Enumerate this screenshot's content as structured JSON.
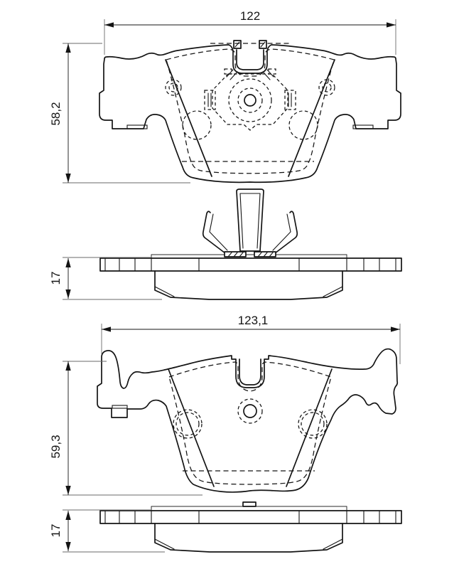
{
  "drawing": {
    "background": "#ffffff",
    "line_color": "#141414",
    "type": "brake-pad-technical-drawing"
  },
  "dimensions": {
    "pad1": {
      "width": "122",
      "height": "58,2",
      "thickness": "17"
    },
    "pad2": {
      "width": "123,1",
      "height": "59,3",
      "thickness": "17"
    }
  }
}
